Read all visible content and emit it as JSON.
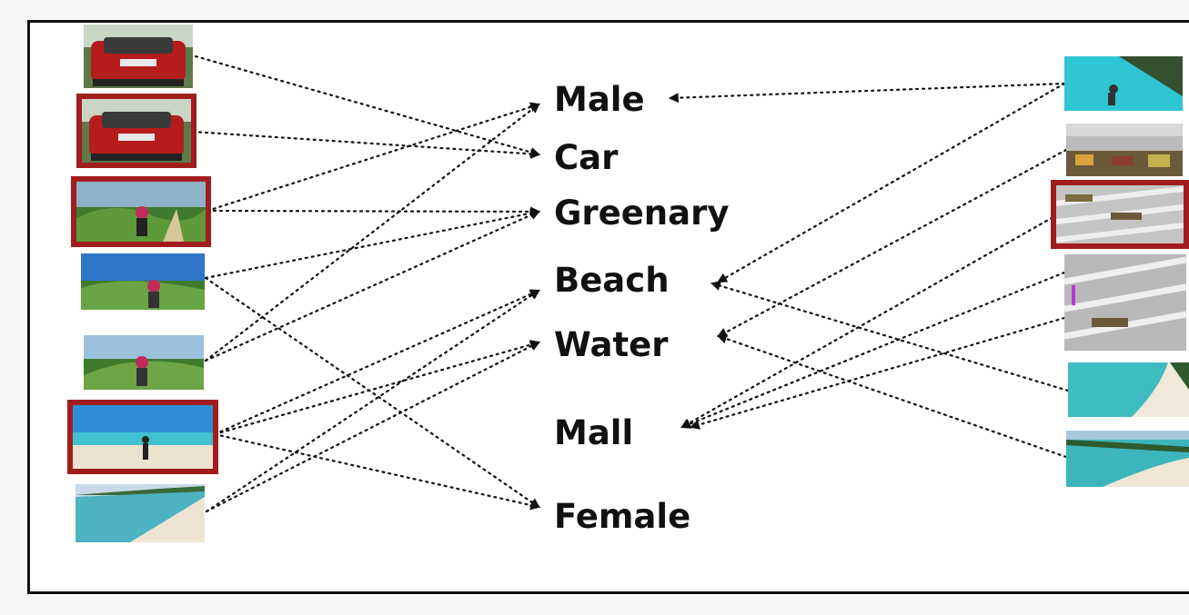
{
  "concepts": {
    "male": "Male",
    "car": "Car",
    "greenary": "Greenary",
    "beach": "Beach",
    "water": "Water",
    "mall": "Mall",
    "female": "Female"
  },
  "highlight_color": "#a11d1d",
  "left_images": [
    {
      "subject": "red car rear",
      "selected": false
    },
    {
      "subject": "red car rear",
      "selected": true
    },
    {
      "subject": "person in greenery",
      "selected": true
    },
    {
      "subject": "person in greenery",
      "selected": false
    },
    {
      "subject": "person in greenery",
      "selected": false
    },
    {
      "subject": "woman on beach",
      "selected": true
    },
    {
      "subject": "beach shoreline",
      "selected": false
    }
  ],
  "right_images": [
    {
      "subject": "man swimming in pool",
      "selected": false
    },
    {
      "subject": "shopping mall interior",
      "selected": false
    },
    {
      "subject": "shopping mall interior",
      "selected": true
    },
    {
      "subject": "shopping mall interior",
      "selected": false
    },
    {
      "subject": "beach aerial",
      "selected": false
    },
    {
      "subject": "beach aerial",
      "selected": false
    }
  ]
}
